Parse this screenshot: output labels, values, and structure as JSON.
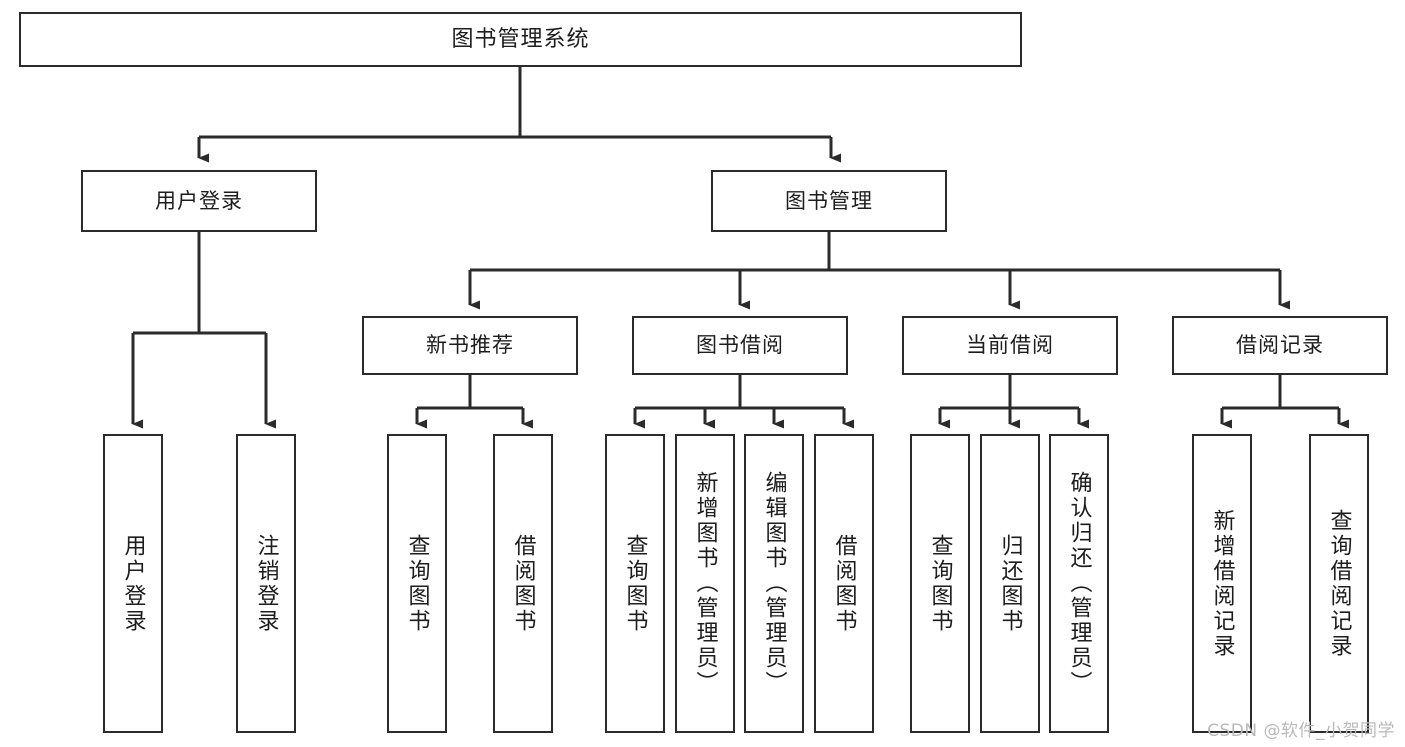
{
  "diagram": {
    "title": "图书管理系统",
    "type": "tree-hierarchy-chart",
    "colors": {
      "box_border": "#2b2b2b",
      "box_fill": "#ffffff",
      "connector": "#2b2b2b",
      "text": "#1d1d1d",
      "watermark": "#b9b9b9",
      "background": "#ffffff"
    },
    "nodes": {
      "root": {
        "label": "图书管理系统"
      },
      "level2": [
        {
          "id": "user-login",
          "label": "用户登录"
        },
        {
          "id": "book-management",
          "label": "图书管理"
        }
      ],
      "level3": [
        {
          "id": "new-book-recommend",
          "label": "新书推荐"
        },
        {
          "id": "book-borrow",
          "label": "图书借阅"
        },
        {
          "id": "current-borrow",
          "label": "当前借阅"
        },
        {
          "id": "borrow-record",
          "label": "借阅记录"
        }
      ],
      "leaves": {
        "user_login": [
          {
            "id": "leaf-user-login",
            "label": "用户登录"
          },
          {
            "id": "leaf-logout-login",
            "label": "注销登录"
          }
        ],
        "new_book_recommend": [
          {
            "id": "leaf-query-book-1",
            "label": "查询图书"
          },
          {
            "id": "leaf-borrow-book-1",
            "label": "借阅图书"
          }
        ],
        "book_borrow": [
          {
            "id": "leaf-query-book-2",
            "label": "查询图书"
          },
          {
            "id": "leaf-add-book",
            "label": "新增图书（管理员）"
          },
          {
            "id": "leaf-edit-book",
            "label": "编辑图书（管理员）"
          },
          {
            "id": "leaf-borrow-book-2",
            "label": "借阅图书"
          }
        ],
        "current_borrow": [
          {
            "id": "leaf-query-book-3",
            "label": "查询图书"
          },
          {
            "id": "leaf-return-book",
            "label": "归还图书"
          },
          {
            "id": "leaf-confirm-return",
            "label": "确认归还（管理员）"
          }
        ],
        "borrow_record": [
          {
            "id": "leaf-add-record",
            "label": "新增借阅记录"
          },
          {
            "id": "leaf-query-record",
            "label": "查询借阅记录"
          }
        ]
      }
    },
    "watermark": "CSDN @软件_小贺同学"
  }
}
